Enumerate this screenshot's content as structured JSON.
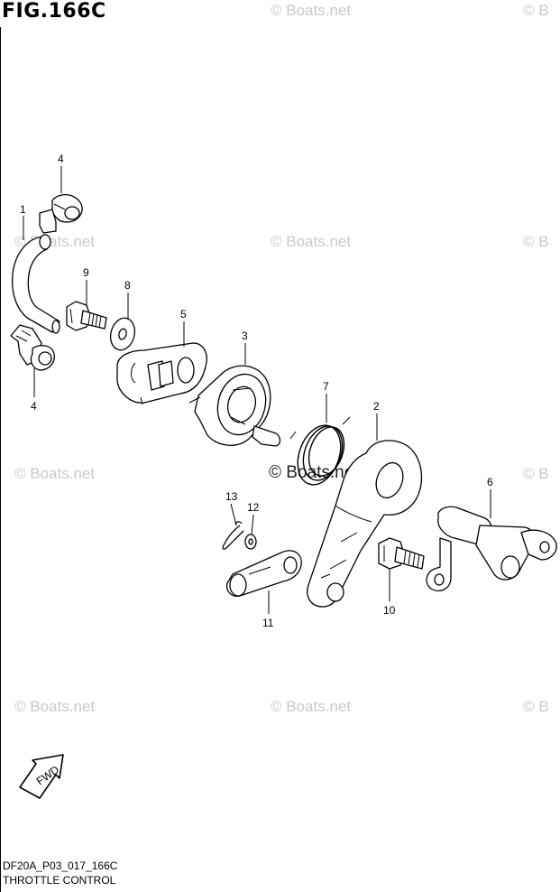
{
  "figure": {
    "title": "FIG.166C",
    "code": "DF20A_P03_017_166C",
    "name": "THROTTLE CONTROL"
  },
  "watermark": {
    "text": "© Boats.net",
    "partial_text": "© B"
  },
  "fwd_label": "FWD",
  "callouts": [
    "1",
    "2",
    "3",
    "4",
    "4",
    "5",
    "6",
    "7",
    "8",
    "9",
    "10",
    "11",
    "12",
    "13"
  ]
}
